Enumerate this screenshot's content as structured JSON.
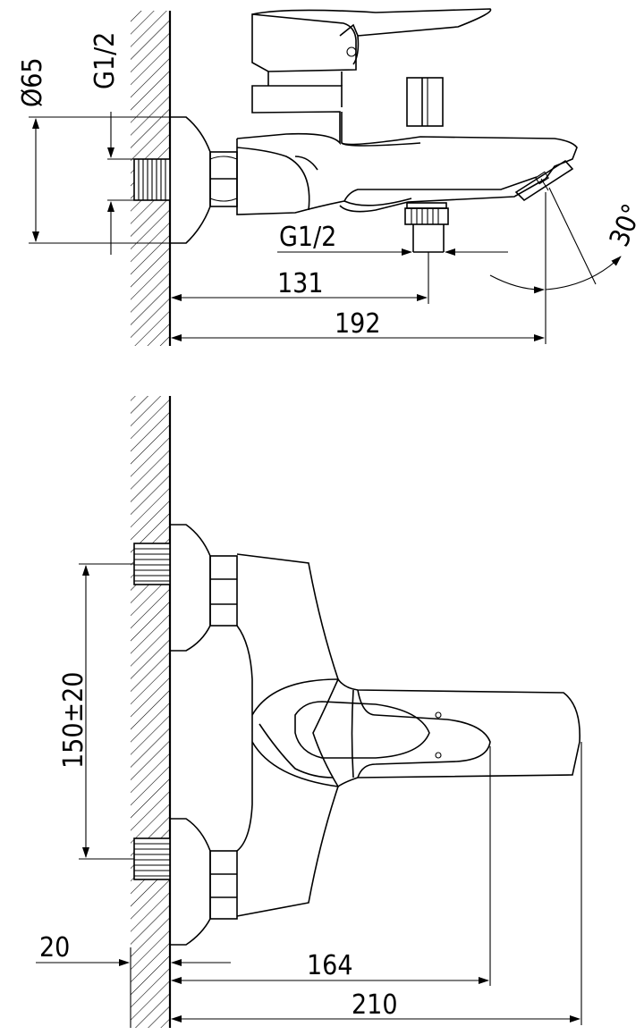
{
  "top_view": {
    "diameter_label": "Ø65",
    "inlet_thread_label": "G1/2",
    "outlet_thread_label": "G1/2",
    "angle_label": "30°",
    "dim_131": "131",
    "dim_192": "192"
  },
  "front_view": {
    "centers_label": "150±20",
    "dim_20": "20",
    "dim_164": "164",
    "dim_210": "210"
  }
}
